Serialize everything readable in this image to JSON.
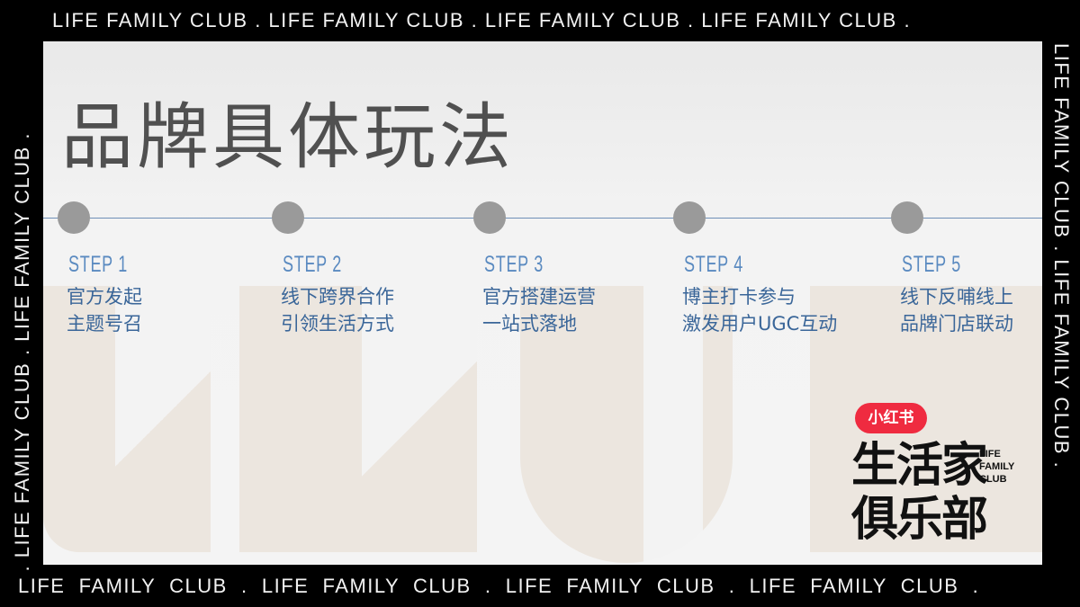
{
  "border": {
    "top_text": "LIFE FAMILY CLUB . LIFE FAMILY CLUB . LIFE FAMILY CLUB . LIFE FAMILY CLUB .",
    "bottom_text": "LIFE  FAMILY  CLUB  .  LIFE  FAMILY  CLUB  .  LIFE  FAMILY  CLUB  .  LIFE  FAMILY  CLUB  .",
    "left_text": ". LIFE FAMILY CLUB . LIFE FAMILY CLUB .",
    "right_text": "LIFE FAMILY CLUB . LIFE FAMILY CLUB ."
  },
  "title": "品牌具体玩法",
  "colors": {
    "step_label": "#5a8ac0",
    "step_desc": "#3a6699",
    "dot": "#9a9a9a",
    "line": "#6f8fb7",
    "logo_red": "#ef2b40"
  },
  "steps": [
    {
      "label": "STEP 1",
      "line1": "官方发起",
      "line2": "主题号召"
    },
    {
      "label": "STEP 2",
      "line1": "线下跨界合作",
      "line2": "引领生活方式"
    },
    {
      "label": "STEP 3",
      "line1": "官方搭建运营",
      "line2": "一站式落地"
    },
    {
      "label": "STEP 4",
      "line1": "博主打卡参与",
      "line2": "激发用户UGC互动"
    },
    {
      "label": "STEP 5",
      "line1": "线下反哺线上",
      "line2": "品牌门店联动"
    }
  ],
  "logo": {
    "brand": "小红书",
    "line1": "生活家",
    "line2": "俱乐部",
    "en1": "LIFE",
    "en2": "FAMILY",
    "en3": "CLUB"
  },
  "watermark": "KLUB"
}
